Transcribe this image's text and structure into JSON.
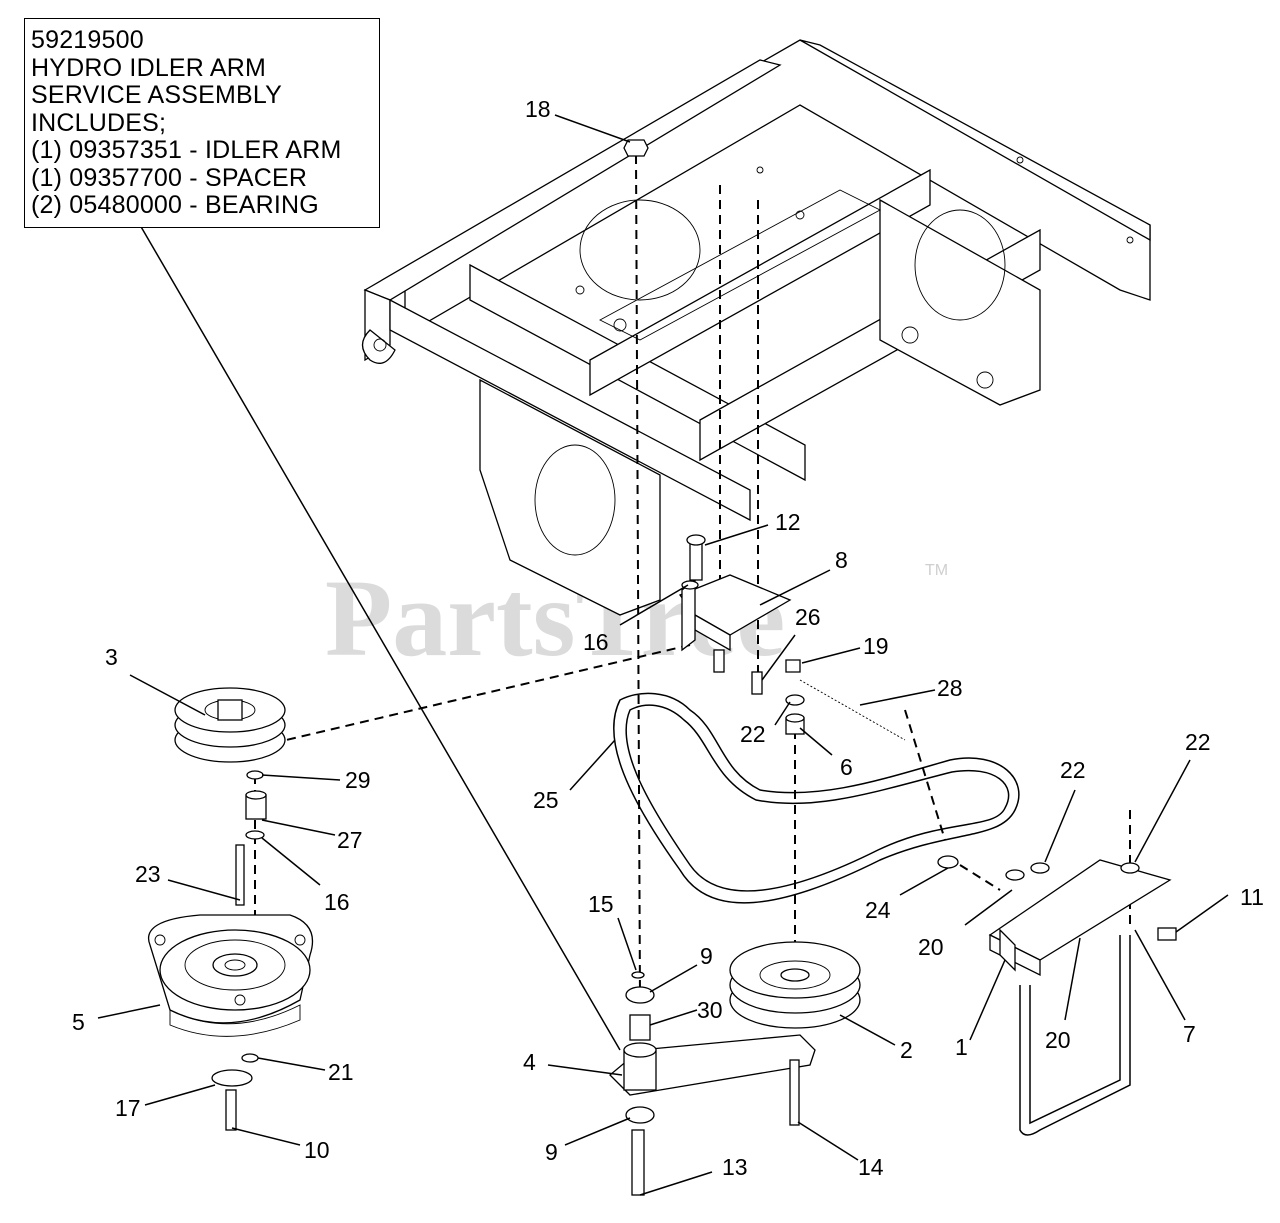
{
  "note": {
    "lines": [
      "59219500",
      "HYDRO IDLER ARM",
      "SERVICE ASSEMBLY",
      "INCLUDES;",
      "(1) 09357351 - IDLER ARM",
      "(1) 09357700 - SPACER",
      "(2) 05480000 - BEARING"
    ]
  },
  "watermark": {
    "text": "PartsTree",
    "tm": "TM"
  },
  "callouts": {
    "c18": "18",
    "c12": "12",
    "c8": "8",
    "c26": "26",
    "c16a": "16",
    "c19": "19",
    "c28": "28",
    "c22a": "22",
    "c6": "6",
    "c3": "3",
    "c29": "29",
    "c27": "27",
    "c16b": "16",
    "c23": "23",
    "c25": "25",
    "c22b": "22",
    "c22c": "22",
    "c24": "24",
    "c20a": "20",
    "c11": "11",
    "c15": "15",
    "c9a": "9",
    "c30": "30",
    "c5": "5",
    "c21": "21",
    "c4": "4",
    "c2": "2",
    "c1": "1",
    "c20b": "20",
    "c7": "7",
    "c17": "17",
    "c10": "10",
    "c9b": "9",
    "c13": "13",
    "c14": "14"
  }
}
